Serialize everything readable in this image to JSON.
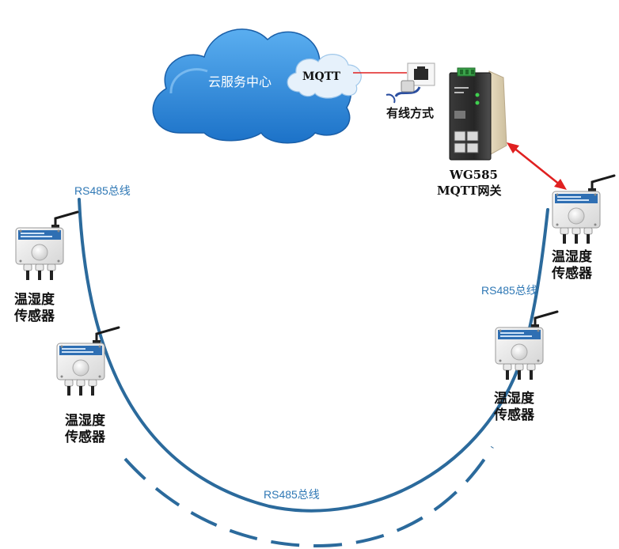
{
  "cloud": {
    "title": "云服务中心",
    "protocol": "MQTT"
  },
  "wired": {
    "label": "有线方式"
  },
  "gateway": {
    "model": "WG585",
    "name": "MQTT网关"
  },
  "bus_labels": {
    "left": "RS485总线",
    "right": "RS485总线",
    "bottom": "RS485总线"
  },
  "sensors": [
    {
      "line1": "温湿度",
      "line2": "传感器"
    },
    {
      "line1": "温湿度",
      "line2": "传感器"
    },
    {
      "line1": "温湿度",
      "line2": "传感器"
    },
    {
      "line1": "温湿度",
      "line2": "传感器"
    }
  ],
  "colors": {
    "bus": "#2b6a9c",
    "link": "#e02020",
    "cloud": "#2a8be0",
    "cloud_light": "#e6f1fb",
    "bus_label": "#2f78b5"
  }
}
